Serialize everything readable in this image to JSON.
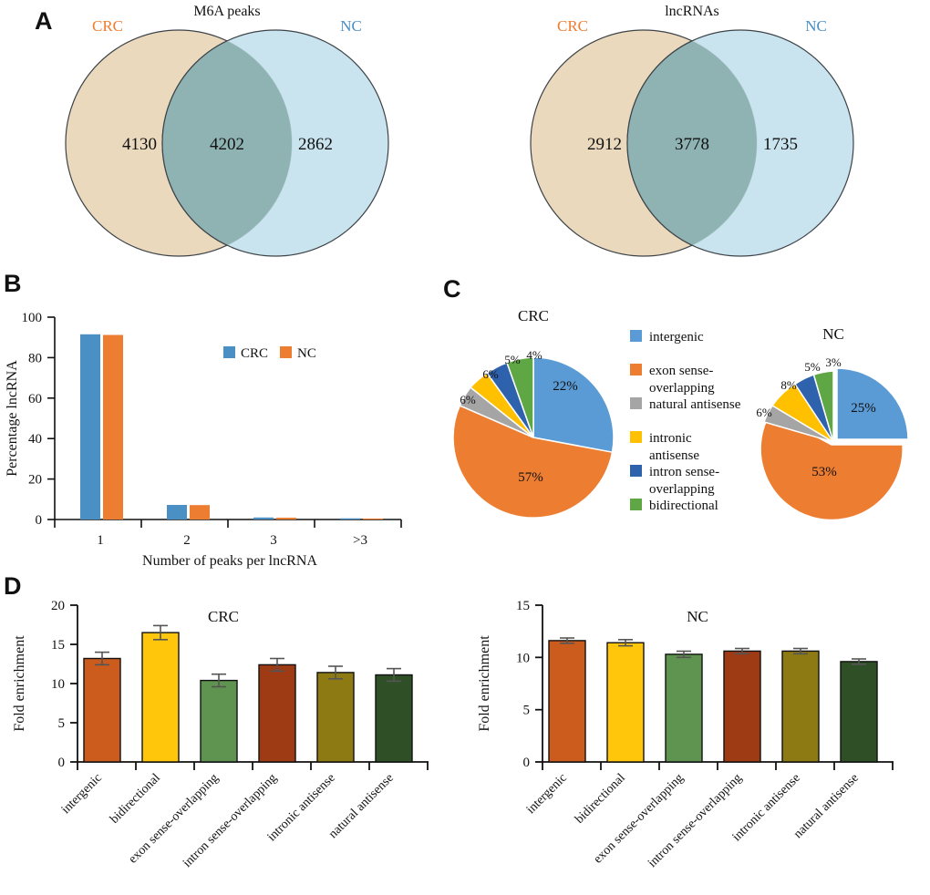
{
  "figure": {
    "panels": [
      {
        "id": "A",
        "label": "A"
      },
      {
        "id": "B",
        "label": "B"
      },
      {
        "id": "C",
        "label": "C"
      },
      {
        "id": "D",
        "label": "D"
      }
    ]
  },
  "panelA": {
    "venn_left": {
      "title": "M6A peaks",
      "left_label": "CRC",
      "right_label": "NC",
      "left_only": "4130",
      "intersection": "4202",
      "right_only": "2862",
      "left_color": "#EBD9BE",
      "right_color": "#C6E2EE",
      "overlap_color": "#8FB3B3"
    },
    "venn_right": {
      "title": "lncRNAs",
      "left_label": "CRC",
      "right_label": "NC",
      "left_only": "2912",
      "intersection": "3778",
      "right_only": "1735",
      "left_color": "#EBD9BE",
      "right_color": "#C6E2EE",
      "overlap_color": "#8FB3B3"
    }
  },
  "chart_data": [
    {
      "panel": "B",
      "type": "bar",
      "title": "",
      "xlabel": "Number of peaks per lncRNA",
      "ylabel": "Percentage lncRNA",
      "categories": [
        "1",
        "2",
        "3",
        ">3"
      ],
      "yticks": [
        "0",
        "20",
        "40",
        "60",
        "80",
        "100"
      ],
      "ylim": [
        0,
        100
      ],
      "grid": false,
      "legend_position": "inside-right",
      "series": [
        {
          "name": "CRC",
          "color": "#4A90C4",
          "values": [
            91.5,
            7.2,
            1.0,
            0.6
          ]
        },
        {
          "name": "NC",
          "color": "#ED7D31",
          "values": [
            91.2,
            7.1,
            0.9,
            0.5
          ]
        }
      ]
    },
    {
      "panel": "C-left",
      "type": "pie",
      "title": "CRC",
      "labels": [
        "intergenic",
        "exon sense-overlapping",
        "natural antisense",
        "intronic antisense",
        "intron sense-overlapping",
        "bidirectional"
      ],
      "values": [
        22,
        57,
        6,
        6,
        5,
        4
      ],
      "value_labels": [
        "22%",
        "57%",
        "6%",
        "6%",
        "5%",
        "4%"
      ],
      "colors": [
        "#5B9BD5",
        "#ED7D31",
        "#A5A5A5",
        "#FFC000",
        "#2E62AC",
        "#5FA644"
      ]
    },
    {
      "panel": "C-right",
      "type": "pie",
      "title": "NC",
      "labels": [
        "intergenic",
        "exon sense-overlapping",
        "natural antisense",
        "intronic antisense",
        "intron sense-overlapping",
        "bidirectional"
      ],
      "values": [
        25,
        53,
        6,
        8,
        5,
        3
      ],
      "value_labels": [
        "25%",
        "53%",
        "6%",
        "8%",
        "5%",
        "3%"
      ],
      "colors": [
        "#5B9BD5",
        "#ED7D31",
        "#A5A5A5",
        "#FFC000",
        "#2E62AC",
        "#5FA644"
      ]
    },
    {
      "panel": "D-left",
      "type": "bar",
      "title": "CRC",
      "xlabel": "",
      "ylabel": "Fold enrichment",
      "categories": [
        "intergenic",
        "bidirectional",
        "exon sense-overlapping",
        "intron sense-overlapping",
        "intronic antisense",
        "natural antisense"
      ],
      "yticks": [
        "0",
        "5",
        "10",
        "15",
        "20"
      ],
      "ylim": [
        0,
        20
      ],
      "values": [
        13.2,
        16.5,
        10.4,
        12.4,
        11.4,
        11.1
      ],
      "errors": [
        0.8,
        0.9,
        0.8,
        0.8,
        0.8,
        0.8
      ],
      "colors": [
        "#CC5B1E",
        "#FFC60B",
        "#5E9350",
        "#9E3A14",
        "#8E7A13",
        "#2F5026"
      ]
    },
    {
      "panel": "D-right",
      "type": "bar",
      "title": "NC",
      "xlabel": "",
      "ylabel": "Fold enrichment",
      "categories": [
        "intergenic",
        "bidirectional",
        "exon sense-overlapping",
        "intron sense-overlapping",
        "intronic antisense",
        "natural antisense"
      ],
      "yticks": [
        "0",
        "5",
        "10",
        "15"
      ],
      "ylim": [
        0,
        15
      ],
      "values": [
        11.6,
        11.4,
        10.3,
        10.6,
        10.6,
        9.6
      ],
      "errors": [
        0.25,
        0.3,
        0.3,
        0.25,
        0.25,
        0.25
      ],
      "colors": [
        "#CC5B1E",
        "#FFC60B",
        "#5E9350",
        "#9E3A14",
        "#8E7A13",
        "#2F5026"
      ]
    }
  ],
  "panelC_legend": {
    "items": [
      {
        "label": "intergenic",
        "color": "#5B9BD5"
      },
      {
        "label": "exon sense-",
        "color": "#ED7D31"
      },
      {
        "label": "overlapping",
        "color": null
      },
      {
        "label": "natural antisense",
        "color": "#A5A5A5"
      },
      {
        "label": "intronic",
        "color": "#FFC000"
      },
      {
        "label": "antisense",
        "color": null
      },
      {
        "label": "intron sense-",
        "color": "#2E62AC"
      },
      {
        "label": "overlapping",
        "color": null
      },
      {
        "label": "bidirectional",
        "color": "#5FA644"
      }
    ]
  }
}
